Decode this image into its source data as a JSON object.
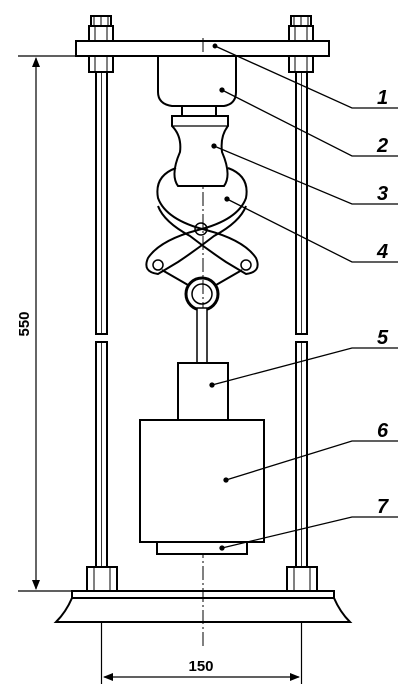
{
  "drawing": {
    "callouts": [
      {
        "id": "c1",
        "label": "1"
      },
      {
        "id": "c2",
        "label": "2"
      },
      {
        "id": "c3",
        "label": "3"
      },
      {
        "id": "c4",
        "label": "4"
      },
      {
        "id": "c5",
        "label": "5"
      },
      {
        "id": "c6",
        "label": "6"
      },
      {
        "id": "c7",
        "label": "7"
      }
    ],
    "dimensions": {
      "height": "550",
      "width": "150"
    },
    "colors": {
      "line": "#000000",
      "background": "#ffffff"
    }
  }
}
